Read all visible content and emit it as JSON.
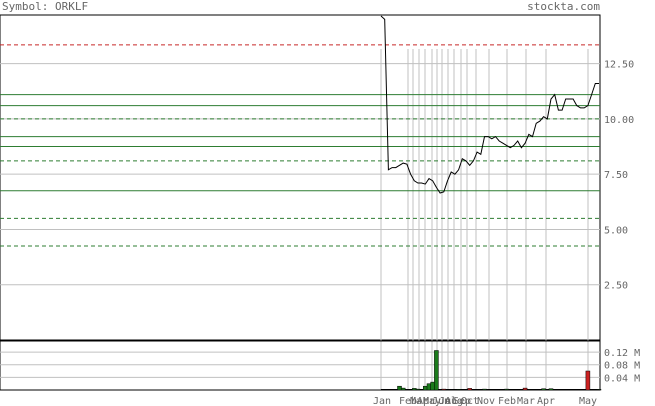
{
  "header": {
    "symbol_label": "Symbol: ORKLF",
    "brand": "stockta.com"
  },
  "colors": {
    "price_line": "#000000",
    "solid_level": "#2e7d32",
    "dashed_green": "#2e7d32",
    "dashed_red": "#c62828",
    "vol_up": "#1b7a1b",
    "vol_down": "#cc2222",
    "grid": "#c0c0c0"
  },
  "chart_data": [
    {
      "type": "line",
      "y_ticks": [
        "12.50",
        "10.00",
        "7.50",
        "5.00",
        "2.50"
      ],
      "y_tick_values": [
        12.5,
        10.0,
        7.5,
        5.0,
        2.5
      ],
      "ylim": [
        0,
        14.7
      ],
      "x_labels": [
        "Jan",
        "Feb",
        "Mar",
        "Apr",
        "May",
        "Jun",
        "Jul",
        "Aug",
        "Sep",
        "Oct",
        "Nov",
        "Feb",
        "Mar",
        "Apr",
        "May"
      ],
      "grid": true,
      "solid_levels": [
        11.1,
        10.6,
        9.2,
        8.75,
        6.75
      ],
      "dashed_levels_green": [
        10.0,
        8.1,
        5.5,
        4.25
      ],
      "dashed_levels_red": [
        13.35
      ],
      "prices": [
        15.0,
        14.5,
        7.7,
        7.8,
        7.8,
        7.9,
        8.0,
        7.95,
        7.5,
        7.2,
        7.1,
        7.1,
        7.05,
        7.3,
        7.2,
        6.9,
        6.65,
        6.7,
        7.2,
        7.6,
        7.5,
        7.7,
        8.2,
        8.1,
        7.9,
        8.1,
        8.5,
        8.4,
        9.2,
        9.2,
        9.1,
        9.2,
        9.0,
        8.9,
        8.8,
        8.7,
        8.8,
        9.0,
        8.7,
        8.9,
        9.3,
        9.2,
        9.8,
        9.9,
        10.1,
        10.0,
        10.9,
        11.1,
        10.4,
        10.4,
        10.9,
        10.9,
        10.9,
        10.6,
        10.5,
        10.5,
        10.6,
        11.1,
        11.6,
        11.6
      ]
    },
    {
      "type": "bar",
      "y_ticks": [
        "0.12 M",
        "0.08 M",
        "0.04 M"
      ],
      "y_tick_values": [
        0.12,
        0.08,
        0.04
      ],
      "ylim": [
        0,
        0.155
      ],
      "volume": [
        0,
        0,
        0,
        0,
        0,
        0.012,
        0.006,
        0,
        0,
        0.005,
        0.003,
        0,
        0.012,
        0.02,
        0.025,
        0.125,
        0,
        0.003,
        0,
        0,
        0,
        0.002,
        0,
        0,
        0.005,
        0,
        0,
        0,
        0.003,
        0,
        0,
        0,
        0,
        0,
        0.003,
        0,
        0,
        0,
        0,
        0.006,
        0,
        0,
        0,
        0,
        0.004,
        0,
        0.004,
        0,
        0,
        0,
        0,
        0,
        0,
        0,
        0,
        0,
        0.06,
        0,
        0,
        0.002
      ],
      "volume_colors": [
        "up",
        "up",
        "up",
        "up",
        "up",
        "up",
        "up",
        "up",
        "up",
        "up",
        "up",
        "up",
        "up",
        "up",
        "up",
        "up",
        "up",
        "down",
        "up",
        "up",
        "up",
        "up",
        "up",
        "up",
        "down",
        "up",
        "up",
        "up",
        "up",
        "up",
        "up",
        "up",
        "up",
        "up",
        "up",
        "up",
        "up",
        "up",
        "up",
        "down",
        "up",
        "up",
        "up",
        "up",
        "up",
        "up",
        "up",
        "up",
        "up",
        "up",
        "up",
        "up",
        "up",
        "up",
        "up",
        "up",
        "down",
        "up",
        "up",
        "up"
      ]
    }
  ]
}
